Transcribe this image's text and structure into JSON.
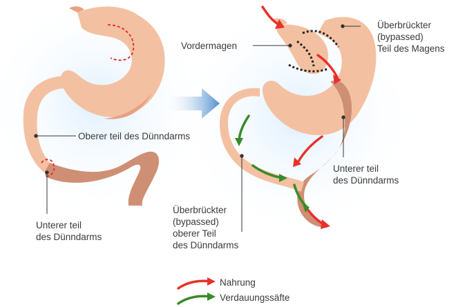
{
  "labels": {
    "oberer_teil": "Oberer teil des Dünndarms",
    "unterer_teil_left": "Unterer teil\ndes Dünndarms",
    "vordermagen": "Vordermagen",
    "ueberbrueckter_magen": "Überbrückter\n(bypassed)\nTeil des Magens",
    "unterer_teil_right": "Unterer teil\ndes Dünndarms",
    "ueberbrueckter_duenndarm": "Überbrückter\n(bypassed)\noberer Teil\ndes Dünndarms"
  },
  "legend": {
    "food": "Nahrung",
    "juices": "Verdauungssäfte"
  },
  "colors": {
    "stomach": "#f3c1a2",
    "stomach_dark": "#e7a283",
    "intestine": "#cf8f74",
    "food_arrow": "#e8312a",
    "juice_arrow": "#3a8a2a",
    "transition_arrow": "#4f8fcf"
  }
}
